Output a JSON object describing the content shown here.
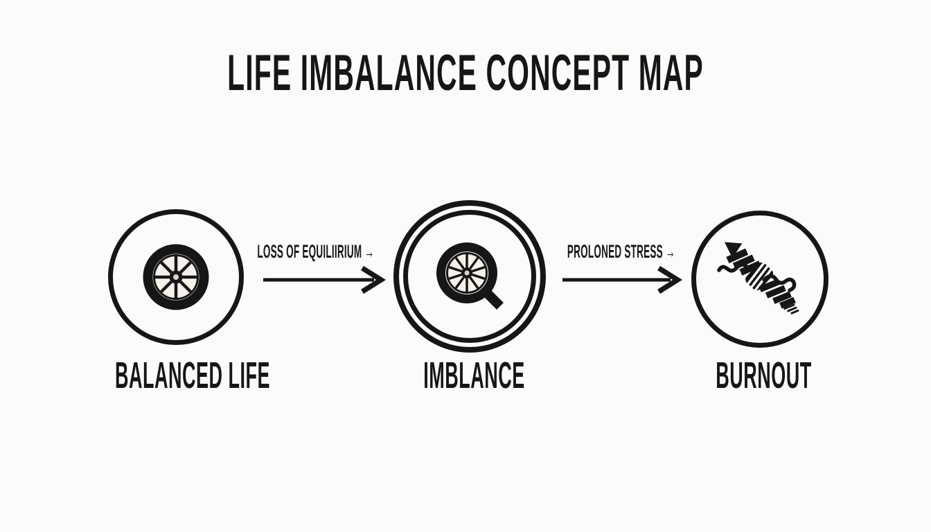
{
  "title": "LIFE IMBALANCE CONCEPT MAP",
  "colors": {
    "background": "#fcfbf9",
    "ink": "#161616",
    "wheel_face": "#f6f2ea",
    "hub_center": "#d9d3c8"
  },
  "nodes": [
    {
      "id": "balanced-life",
      "label": "BALANCED LIFE",
      "icon": "wheel-icon"
    },
    {
      "id": "imblance",
      "label": "IMBLANCE",
      "icon": "wheel-magnifier-icon"
    },
    {
      "id": "burnout",
      "label": "BURNOUT",
      "icon": "frayed-rope-icon"
    }
  ],
  "edges": [
    {
      "from": "balanced-life",
      "to": "imblance",
      "label": "LOSS OF EQUILIIRIUM →"
    },
    {
      "from": "imblance",
      "to": "burnout",
      "label": "PROLONED STRESS →"
    }
  ]
}
